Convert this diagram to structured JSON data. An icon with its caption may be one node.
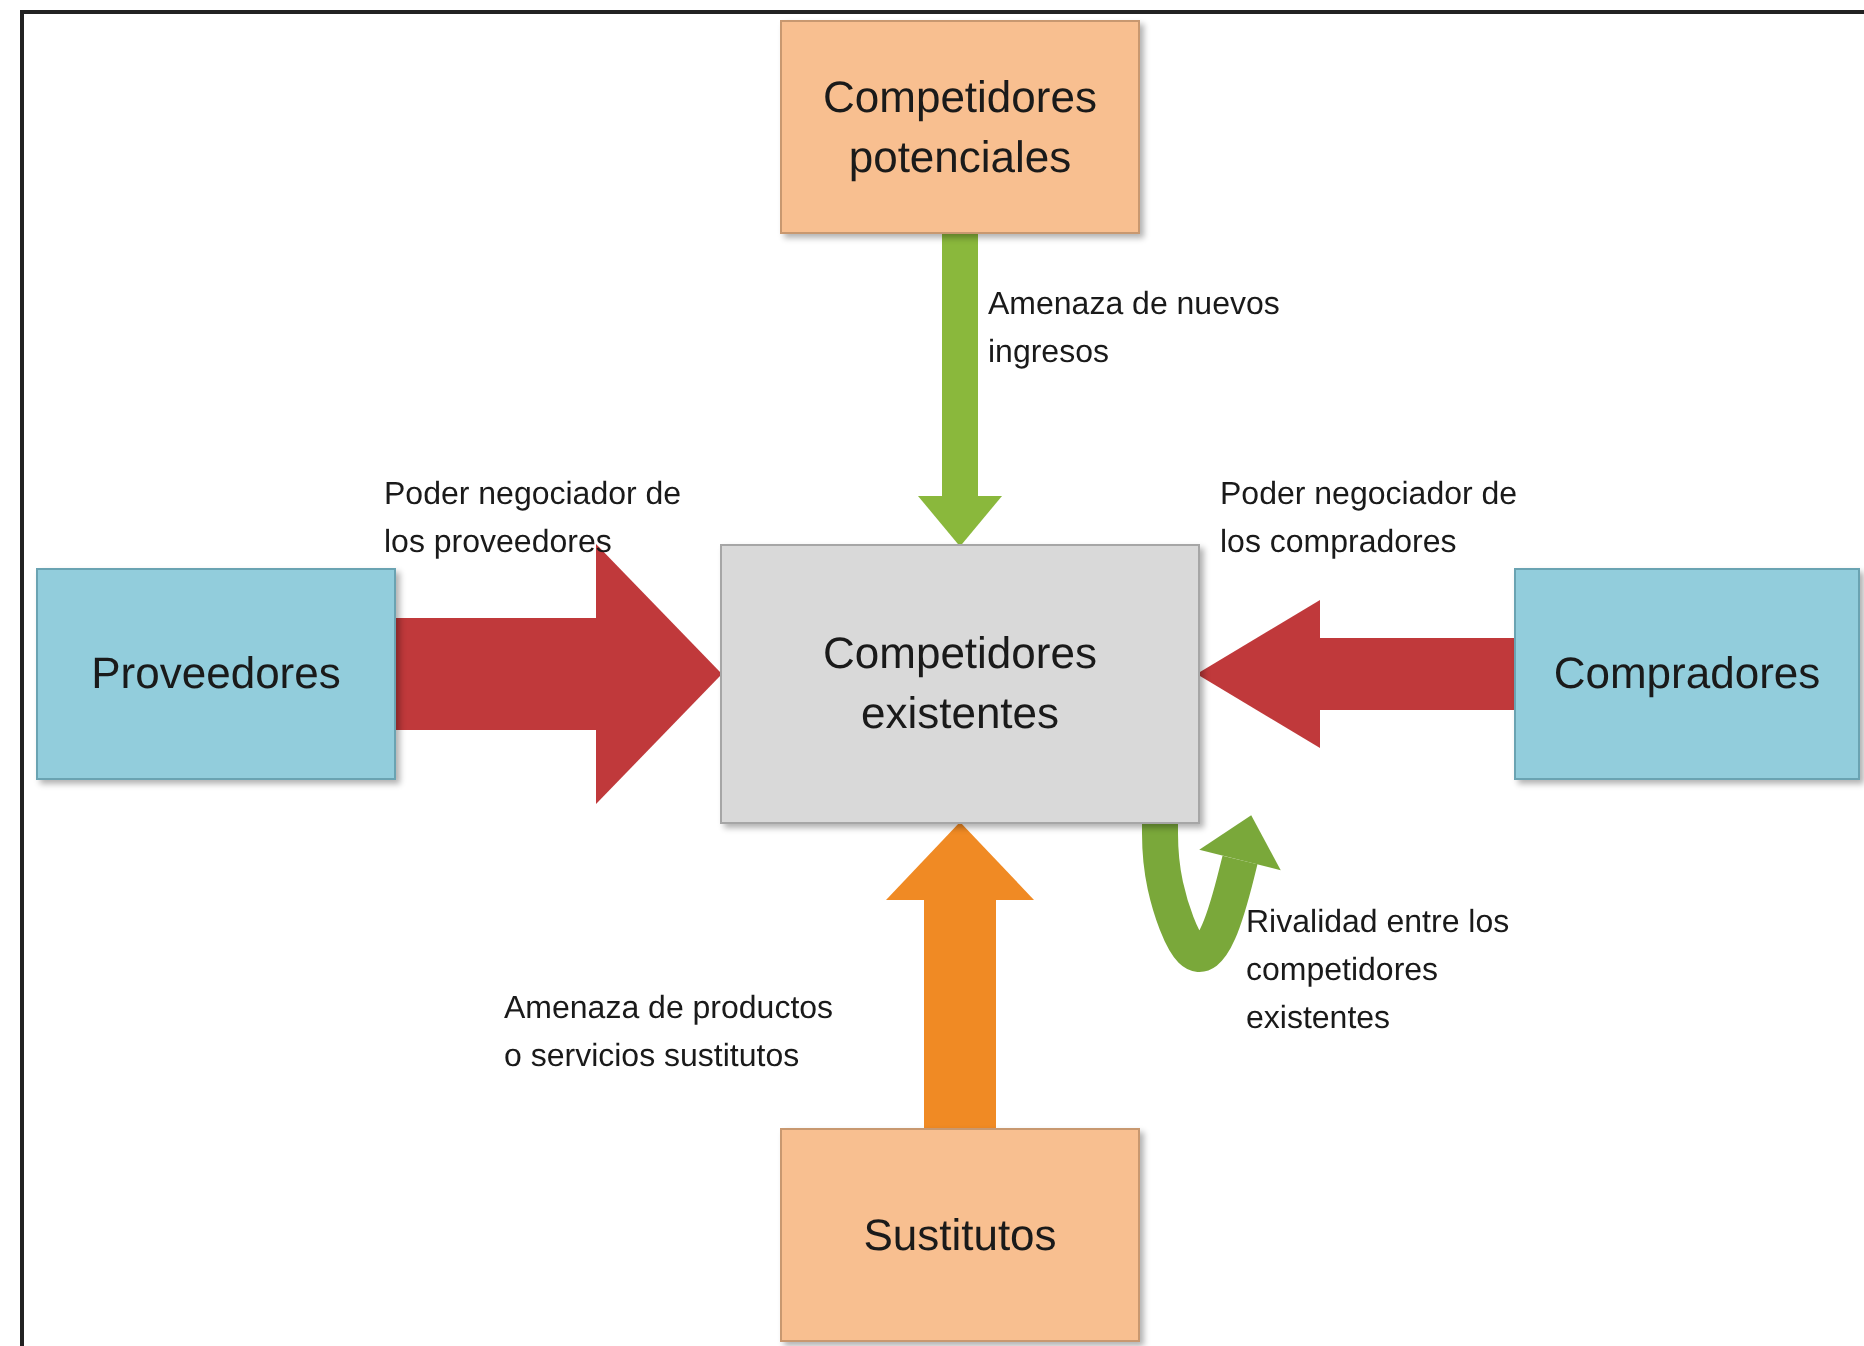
{
  "diagram": {
    "nodes": [
      {
        "text": [
          "Competidores potenciales"
        ]
      },
      {
        "text": [
          "Proveedores"
        ]
      },
      {
        "text": [
          "Competidores existentes"
        ]
      },
      {
        "text": [
          "Compradores"
        ]
      },
      {
        "text": [
          "Sustitutos"
        ]
      }
    ],
    "edges": [
      {
        "from": 0,
        "to": 2,
        "arrow": "to",
        "label": "Amenaza de nuevos ingresos",
        "color": "#8ab83c"
      },
      {
        "from": 1,
        "to": 2,
        "arrow": "to",
        "label": "Poder negociador de los proveedores",
        "color": "#c0393b"
      },
      {
        "from": 3,
        "to": 2,
        "arrow": "to",
        "label": "Poder negociador de los compradores",
        "color": "#c0393b"
      },
      {
        "from": 4,
        "to": 2,
        "arrow": "to",
        "label": "Amenaza de productos o servicios sustitutos",
        "color": "#f08a24"
      },
      {
        "from": 2,
        "to": 2,
        "arrow": "to",
        "label": "Rivalidad entre los competidores existentes",
        "color": "#7aa83a"
      }
    ]
  }
}
